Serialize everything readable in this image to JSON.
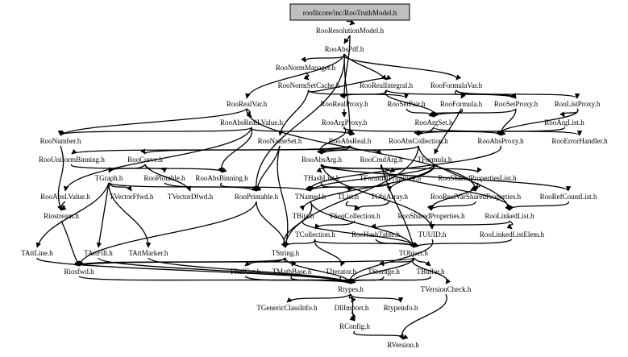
{
  "root_fill": "#bfbfbf",
  "edge_color": "#000000",
  "nodes": [
    {
      "id": "root",
      "label": "roofitcore/inc/RooTruthModel.h",
      "root": true
    },
    {
      "id": "res",
      "label": "RooResolutionModel.h"
    },
    {
      "id": "pdf",
      "label": "RooAbsPdf.h"
    },
    {
      "id": "normmgr",
      "label": "RooNormManager.h"
    },
    {
      "id": "normset",
      "label": "RooNormSetCache.h"
    },
    {
      "id": "realint",
      "label": "RooRealIntegral.h"
    },
    {
      "id": "formvar",
      "label": "RooFormulaVar.h"
    },
    {
      "id": "realvar",
      "label": "RooRealVar.h"
    },
    {
      "id": "realproxy",
      "label": "RooRealProxy.h"
    },
    {
      "id": "setpair",
      "label": "RooSetPair.h"
    },
    {
      "id": "formula",
      "label": "RooFormula.h"
    },
    {
      "id": "setproxy",
      "label": "RooSetProxy.h"
    },
    {
      "id": "listproxy",
      "label": "RooListProxy.h"
    },
    {
      "id": "absreallv",
      "label": "RooAbsRealLValue.h"
    },
    {
      "id": "argproxy",
      "label": "RooArgProxy.h"
    },
    {
      "id": "argset",
      "label": "RooArgSet.h"
    },
    {
      "id": "arglist",
      "label": "RooArgList.h"
    },
    {
      "id": "number",
      "label": "RooNumber.h"
    },
    {
      "id": "nameset",
      "label": "RooNameSet.h"
    },
    {
      "id": "absreal",
      "label": "RooAbsReal.h"
    },
    {
      "id": "abscoll",
      "label": "RooAbsCollection.h"
    },
    {
      "id": "absproxy",
      "label": "RooAbsProxy.h"
    },
    {
      "id": "errhandler",
      "label": "RooErrorHandler.h"
    },
    {
      "id": "unifbin",
      "label": "RooUniformBinning.h"
    },
    {
      "id": "curve",
      "label": "RooCurve.h"
    },
    {
      "id": "absarg",
      "label": "RooAbsArg.h"
    },
    {
      "id": "cmdarg",
      "label": "RooCmdArg.h"
    },
    {
      "id": "tformula",
      "label": "TFormula.h"
    },
    {
      "id": "tgraph",
      "label": "TGraph.h"
    },
    {
      "id": "plotable",
      "label": "RooPlotable.h"
    },
    {
      "id": "absbin",
      "label": "RooAbsBinning.h"
    },
    {
      "id": "thashlist",
      "label": "THashList.h"
    },
    {
      "id": "tformprim",
      "label": "TFormulaPrimitive.h"
    },
    {
      "id": "sharedlist",
      "label": "RooSharedPropertiesList.h"
    },
    {
      "id": "abslv",
      "label": "RooAbsLValue.h"
    },
    {
      "id": "tvecf",
      "label": "TVectorFfwd.h"
    },
    {
      "id": "tvecd",
      "label": "TVectorDfwd.h"
    },
    {
      "id": "printable",
      "label": "RooPrintable.h"
    },
    {
      "id": "tnamed",
      "label": "TNamed.h"
    },
    {
      "id": "tlist",
      "label": "TList.h"
    },
    {
      "id": "tobjarray",
      "label": "TObjArray.h"
    },
    {
      "id": "realvarshared",
      "label": "RooRealVarSharedProperties.h"
    },
    {
      "id": "refcount",
      "label": "RooRefCountList.h"
    },
    {
      "id": "riostream",
      "label": "Riostream.h"
    },
    {
      "id": "tbits",
      "label": "TBits.h"
    },
    {
      "id": "tseqcoll",
      "label": "TSeqCollection.h"
    },
    {
      "id": "sharedprops",
      "label": "RooSharedProperties.h"
    },
    {
      "id": "linkedlist",
      "label": "RooLinkedList.h"
    },
    {
      "id": "tcollection",
      "label": "TCollection.h"
    },
    {
      "id": "hashtable",
      "label": "RooHashTable.h"
    },
    {
      "id": "tuuid",
      "label": "TUUID.h"
    },
    {
      "id": "linkedelem",
      "label": "RooLinkedListElem.h"
    },
    {
      "id": "tattline",
      "label": "TAttLine.h"
    },
    {
      "id": "tattfill",
      "label": "TAttFill.h"
    },
    {
      "id": "tattmarker",
      "label": "TAttMarker.h"
    },
    {
      "id": "tstring",
      "label": "TString.h"
    },
    {
      "id": "tobject",
      "label": "TObject.h"
    },
    {
      "id": "riosfwd",
      "label": "Riosfwd.h"
    },
    {
      "id": "trefcnt",
      "label": "TRefCnt.h"
    },
    {
      "id": "tmathbase",
      "label": "TMathBase.h"
    },
    {
      "id": "titerator",
      "label": "TIterator.h"
    },
    {
      "id": "tstorage",
      "label": "TStorage.h"
    },
    {
      "id": "tbuffer",
      "label": "TBuffer.h"
    },
    {
      "id": "rtypes",
      "label": "Rtypes.h"
    },
    {
      "id": "tverscheck",
      "label": "TVersionCheck.h"
    },
    {
      "id": "tgeneric",
      "label": "TGenericClassInfo.h"
    },
    {
      "id": "dllimport",
      "label": "DllImport.h"
    },
    {
      "id": "rtypeinfo",
      "label": "Rtypeinfo.h"
    },
    {
      "id": "rconfig",
      "label": "RConfig.h"
    },
    {
      "id": "rversion",
      "label": "RVersion.h"
    }
  ],
  "edges": [
    [
      "root",
      "res"
    ],
    [
      "res",
      "pdf"
    ],
    [
      "res",
      "realproxy"
    ],
    [
      "pdf",
      "normmgr"
    ],
    [
      "pdf",
      "realint"
    ],
    [
      "pdf",
      "formvar"
    ],
    [
      "pdf",
      "realvar"
    ],
    [
      "pdf",
      "absreal"
    ],
    [
      "pdf",
      "printable"
    ],
    [
      "normmgr",
      "normset"
    ],
    [
      "normset",
      "realint"
    ],
    [
      "normset",
      "nameset"
    ],
    [
      "normset",
      "setpair"
    ],
    [
      "realint",
      "realproxy"
    ],
    [
      "realint",
      "setproxy"
    ],
    [
      "realint",
      "argset"
    ],
    [
      "formvar",
      "formula"
    ],
    [
      "formvar",
      "listproxy"
    ],
    [
      "formvar",
      "setproxy"
    ],
    [
      "realvar",
      "absreallv"
    ],
    [
      "realvar",
      "number"
    ],
    [
      "realvar",
      "realvarshared"
    ],
    [
      "realproxy",
      "argproxy"
    ],
    [
      "setpair",
      "argset"
    ],
    [
      "formula",
      "argset"
    ],
    [
      "formula",
      "tformula"
    ],
    [
      "setproxy",
      "argset"
    ],
    [
      "setproxy",
      "absproxy"
    ],
    [
      "listproxy",
      "arglist"
    ],
    [
      "listproxy",
      "absproxy"
    ],
    [
      "absreallv",
      "absreal"
    ],
    [
      "absreallv",
      "abslv"
    ],
    [
      "absreallv",
      "number"
    ],
    [
      "absreallv",
      "absbin"
    ],
    [
      "argproxy",
      "absarg"
    ],
    [
      "argproxy",
      "absproxy"
    ],
    [
      "argset",
      "abscoll"
    ],
    [
      "argset",
      "errhandler"
    ],
    [
      "arglist",
      "abscoll"
    ],
    [
      "number",
      "riostream"
    ],
    [
      "nameset",
      "tstring"
    ],
    [
      "nameset",
      "printable"
    ],
    [
      "absreal",
      "absarg"
    ],
    [
      "absreal",
      "curve"
    ],
    [
      "absreal",
      "cmdarg"
    ],
    [
      "absreal",
      "unifbin"
    ],
    [
      "abscoll",
      "absarg"
    ],
    [
      "abscoll",
      "tstring"
    ],
    [
      "abscoll",
      "linkedlist"
    ],
    [
      "absproxy",
      "tnamed"
    ],
    [
      "unifbin",
      "absbin"
    ],
    [
      "curve",
      "tgraph"
    ],
    [
      "curve",
      "plotable"
    ],
    [
      "curve",
      "tvecd"
    ],
    [
      "absarg",
      "thashlist"
    ],
    [
      "absarg",
      "tformprim"
    ],
    [
      "absarg",
      "sharedlist"
    ],
    [
      "absarg",
      "refcount"
    ],
    [
      "absarg",
      "tuuid"
    ],
    [
      "cmdarg",
      "tobject"
    ],
    [
      "cmdarg",
      "linkedlist"
    ],
    [
      "tformula",
      "tnamed"
    ],
    [
      "tformula",
      "tobjarray"
    ],
    [
      "tformula",
      "tbits"
    ],
    [
      "tgraph",
      "tnamed"
    ],
    [
      "tgraph",
      "tattline"
    ],
    [
      "tgraph",
      "tattfill"
    ],
    [
      "tgraph",
      "tattmarker"
    ],
    [
      "tgraph",
      "tvecf"
    ],
    [
      "plotable",
      "printable"
    ],
    [
      "absbin",
      "printable"
    ],
    [
      "thashlist",
      "tlist"
    ],
    [
      "tformprim",
      "tnamed"
    ],
    [
      "sharedlist",
      "sharedprops"
    ],
    [
      "sharedlist",
      "realvarshared"
    ],
    [
      "abslv",
      "riostream"
    ],
    [
      "printable",
      "riosfwd"
    ],
    [
      "printable",
      "tstring"
    ],
    [
      "tnamed",
      "tobject"
    ],
    [
      "tnamed",
      "tstring"
    ],
    [
      "tlist",
      "tseqcoll"
    ],
    [
      "tobjarray",
      "tseqcoll"
    ],
    [
      "realvarshared",
      "sharedprops"
    ],
    [
      "refcount",
      "linkedlist"
    ],
    [
      "riostream",
      "riosfwd"
    ],
    [
      "tbits",
      "tobject"
    ],
    [
      "tseqcoll",
      "tcollection"
    ],
    [
      "sharedprops",
      "tuuid"
    ],
    [
      "linkedlist",
      "hashtable"
    ],
    [
      "linkedlist",
      "linkedelem"
    ],
    [
      "tcollection",
      "tobject"
    ],
    [
      "tcollection",
      "titerator"
    ],
    [
      "tcollection",
      "tstring"
    ],
    [
      "hashtable",
      "tobject"
    ],
    [
      "tuuid",
      "rtypes"
    ],
    [
      "linkedelem",
      "tobject"
    ],
    [
      "tattline",
      "rtypes"
    ],
    [
      "tattfill",
      "rtypes"
    ],
    [
      "tattmarker",
      "rtypes"
    ],
    [
      "tstring",
      "riosfwd"
    ],
    [
      "tstring",
      "trefcnt"
    ],
    [
      "tstring",
      "tmathbase"
    ],
    [
      "tstring",
      "rtypes"
    ],
    [
      "tobject",
      "tstorage"
    ],
    [
      "tobject",
      "tbuffer"
    ],
    [
      "tobject",
      "tverscheck"
    ],
    [
      "tobject",
      "riosfwd"
    ],
    [
      "tobject",
      "rtypes"
    ],
    [
      "riosfwd",
      "rtypes"
    ],
    [
      "trefcnt",
      "rtypes"
    ],
    [
      "tmathbase",
      "rtypes"
    ],
    [
      "titerator",
      "rtypes"
    ],
    [
      "tstorage",
      "rtypes"
    ],
    [
      "tbuffer",
      "rtypes"
    ],
    [
      "tverscheck",
      "rversion"
    ],
    [
      "rtypes",
      "tgeneric"
    ],
    [
      "rtypes",
      "dllimport"
    ],
    [
      "rtypes",
      "rtypeinfo"
    ],
    [
      "rtypes",
      "rconfig"
    ],
    [
      "dllimport",
      "rconfig"
    ],
    [
      "rconfig",
      "rversion"
    ]
  ]
}
